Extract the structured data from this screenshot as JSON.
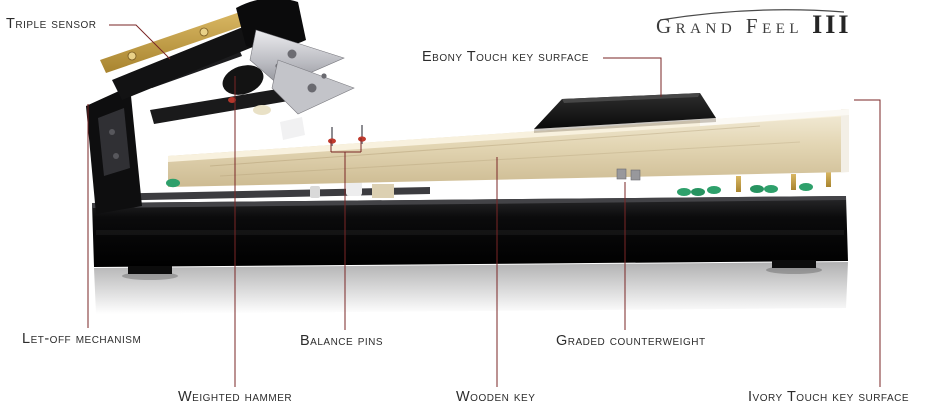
{
  "logo": {
    "text": "Grand Feel",
    "numeral": "III"
  },
  "labels": {
    "triple_sensor": "Triple sensor",
    "ebony_touch": "Ebony Touch key surface",
    "let_off": "Let-off mechanism",
    "balance_pins": "Balance pins",
    "weighted_hammer": "Weighted hammer",
    "wooden_key": "Wooden key",
    "graded_counterweight": "Graded counterweight",
    "ivory_touch": "Ivory Touch key surface"
  },
  "illustration": {
    "name": "piano-key-action-cutaway",
    "colors": {
      "annotation_line": "#7a2626",
      "label_text": "#2c2c2c",
      "key_wood": "#e6d9b8",
      "ebony_surface": "#141414",
      "ivory_surface": "#fbf9f4",
      "base_black": "#0b0b0c",
      "felt_green": "#2ea06b",
      "felt_red": "#c03a2e",
      "brass": "#c9a24a",
      "metal": "#b9bac0"
    }
  }
}
